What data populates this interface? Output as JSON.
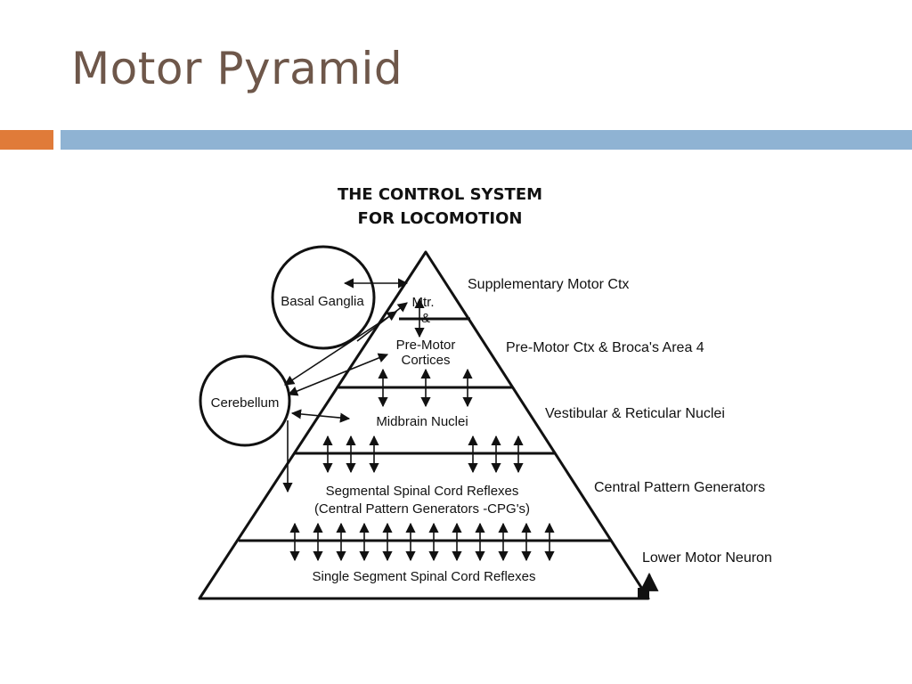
{
  "slide": {
    "title": "Motor Pyramid"
  },
  "diagram": {
    "title_line1": "THE CONTROL SYSTEM",
    "title_line2": "FOR LOCOMOTION",
    "basal_ganglia": "Basal Ganglia",
    "cerebellum": "Cerebellum",
    "level1": {
      "line1": "Mtr.",
      "line2": "&",
      "line3": "Pre-Motor",
      "line4": "Cortices"
    },
    "level2": "Midbrain Nuclei",
    "level3": {
      "line1": "Segmental Spinal Cord Reflexes",
      "line2": "(Central Pattern Generators -CPG's)"
    },
    "level4": "Single Segment Spinal Cord Reflexes",
    "side_labels": {
      "supplementary": "Supplementary Motor Ctx",
      "premotor": "Pre-Motor Ctx & Broca's Area 4",
      "vestibular": "Vestibular & Reticular Nuclei",
      "cpg": "Central Pattern Generators",
      "lower_motor": "Lower Motor Neuron"
    }
  }
}
